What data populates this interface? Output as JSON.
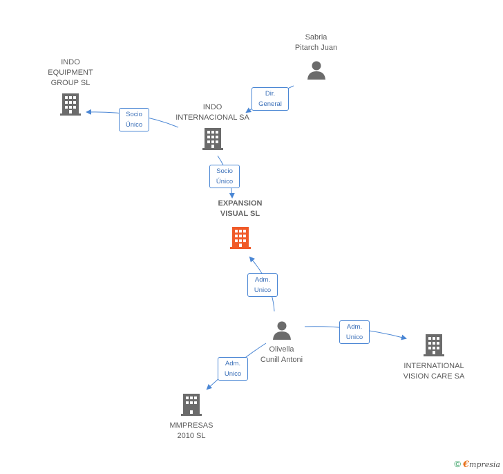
{
  "nodes": {
    "sabria": {
      "line1": "Sabria",
      "line2": "Pitarch Juan",
      "type": "person"
    },
    "indo_equipment": {
      "line1": "INDO",
      "line2": "EQUIPMENT",
      "line3": "GROUP SL",
      "type": "company"
    },
    "indo_internacional": {
      "line1": "INDO",
      "line2": "INTERNACIONAL SA",
      "type": "company"
    },
    "expansion": {
      "line1": "EXPANSION",
      "line2": "VISUAL SL",
      "type": "company-main"
    },
    "olivella": {
      "line1": "Olivella",
      "line2": "Cunill Antoni",
      "type": "person"
    },
    "international_vision": {
      "line1": "INTERNATIONAL",
      "line2": "VISION CARE SA",
      "type": "company"
    },
    "mmpresas": {
      "line1": "MMPRESAS",
      "line2": "2010 SL",
      "type": "company"
    }
  },
  "relations": {
    "dir_general": {
      "line1": "Dir.",
      "line2": "General"
    },
    "socio_unico_1": {
      "line1": "Socio",
      "line2": "Único"
    },
    "socio_unico_2": {
      "line1": "Socio",
      "line2": "Único"
    },
    "adm_unico_1": {
      "line1": "Adm.",
      "line2": "Unico"
    },
    "adm_unico_2": {
      "line1": "Adm.",
      "line2": "Unico"
    },
    "adm_unico_3": {
      "line1": "Adm.",
      "line2": "Unico"
    }
  },
  "colors": {
    "edge": "#4a86d4",
    "icon": "#6b6b6b",
    "main_icon": "#f05a28"
  },
  "footer": {
    "copyright": "©",
    "brand_first": "€",
    "brand_rest": "mpresia"
  }
}
